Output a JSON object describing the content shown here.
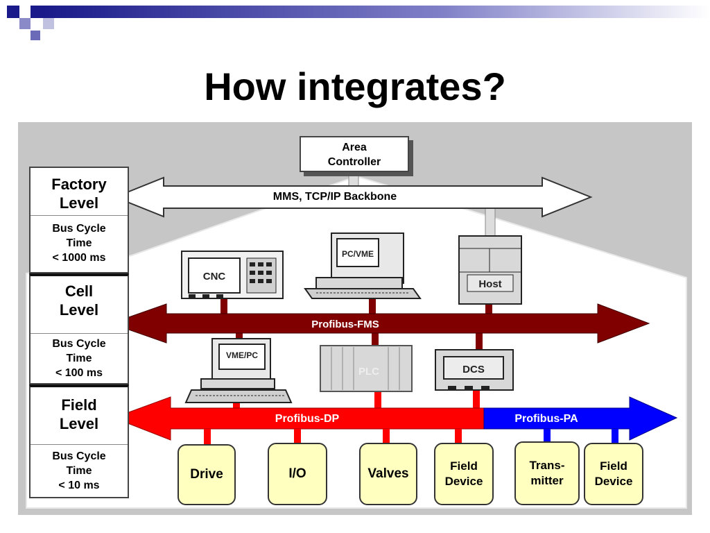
{
  "title": "How integrates?",
  "controller": {
    "line1": "Area",
    "line2": "Controller"
  },
  "levels": [
    {
      "name1": "Factory",
      "name2": "Level",
      "c1": "Bus Cycle",
      "c2": "Time",
      "c3": "< 1000 ms"
    },
    {
      "name1": "Cell",
      "name2": "Level",
      "c1": "Bus Cycle",
      "c2": "Time",
      "c3": "< 100 ms"
    },
    {
      "name1": "Field",
      "name2": "Level",
      "c1": "Bus Cycle",
      "c2": "Time",
      "c3": "< 10 ms"
    }
  ],
  "buses": {
    "backbone": "MMS, TCP/IP Backbone",
    "fms": "Profibus-FMS",
    "dp": "Profibus-DP",
    "pa": "Profibus-PA"
  },
  "computers": {
    "cnc": "CNC",
    "pcvme": "PC/VME",
    "host": "Host",
    "vmepc": "VME/PC",
    "plc": "PLC",
    "dcs": "DCS"
  },
  "devices": {
    "drive": "Drive",
    "io": "I/O",
    "valves": "Valves",
    "field1a": "Field",
    "field1b": "Device",
    "trans1": "Trans-",
    "trans2": "mitter",
    "field2a": "Field",
    "field2b": "Device"
  },
  "colors": {
    "fms": "#800000",
    "dp": "#ff0000",
    "pa": "#0000ff",
    "device_fill": "#ffffc0",
    "panel": "#c6c6c6"
  }
}
